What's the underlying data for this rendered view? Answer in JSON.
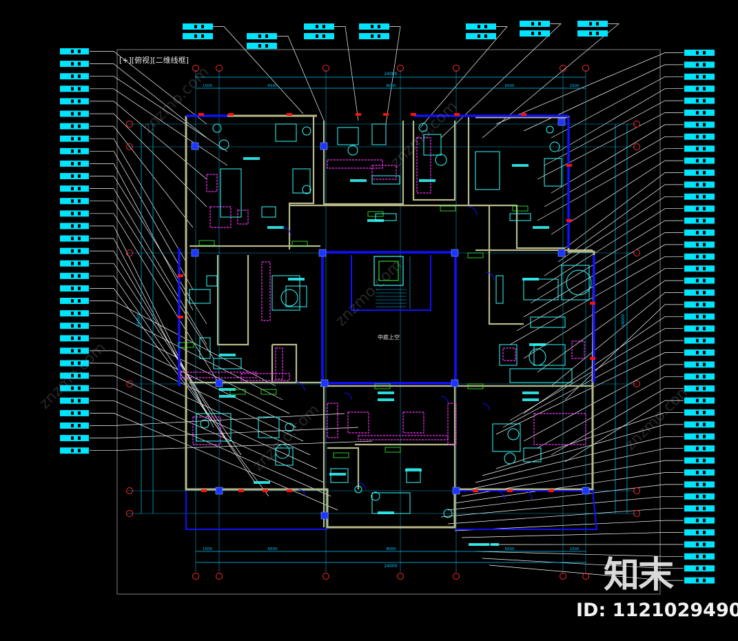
{
  "viewport": {
    "label": "[+][俯视][二维线框]"
  },
  "drawing": {
    "atrium_label": "中庭上空",
    "overall_dimension": "24000",
    "top_dimensions": [
      "1500",
      "6500",
      "8000",
      "6500",
      "1500"
    ],
    "bottom_dimensions": [
      "1500",
      "6500",
      "8000",
      "6500",
      "1500"
    ],
    "left_dimensions": [
      "24000"
    ],
    "right_dimensions": [
      "24000"
    ],
    "grid_bubbles_count": 7,
    "colors": {
      "background": "#000000",
      "leader": "#ffffff",
      "callout": "#00e5ff",
      "wall": "#b9b98a",
      "column": "#1a36ff",
      "glass": "#1010ff",
      "grid": "#00c8ff",
      "axis_bubble": "#ff2a2a",
      "furniture_magenta": "#ff33ff",
      "furniture_cyan": "#33ffff",
      "green": "#33ff33",
      "frame": "#555555"
    }
  },
  "watermark": {
    "logo": "知末",
    "id": "ID: 1121029490",
    "site": "znzmo.com"
  }
}
